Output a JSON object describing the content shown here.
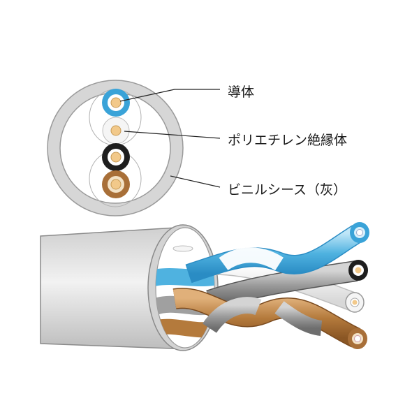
{
  "labels": {
    "conductor": "導体",
    "insulation": "ポリエチレン絶縁体",
    "sheath": "ビニルシース（灰）"
  },
  "colors": {
    "sheath": "#d6d6d6",
    "sheath_outline": "#8a8a8a",
    "blue_core": "#3aa3d8",
    "black_core": "#1e1e1e",
    "brown_core": "#a86f38",
    "white_core": "#f3f3f3",
    "copper": "#f2c98a",
    "leader_line": "#222222"
  }
}
